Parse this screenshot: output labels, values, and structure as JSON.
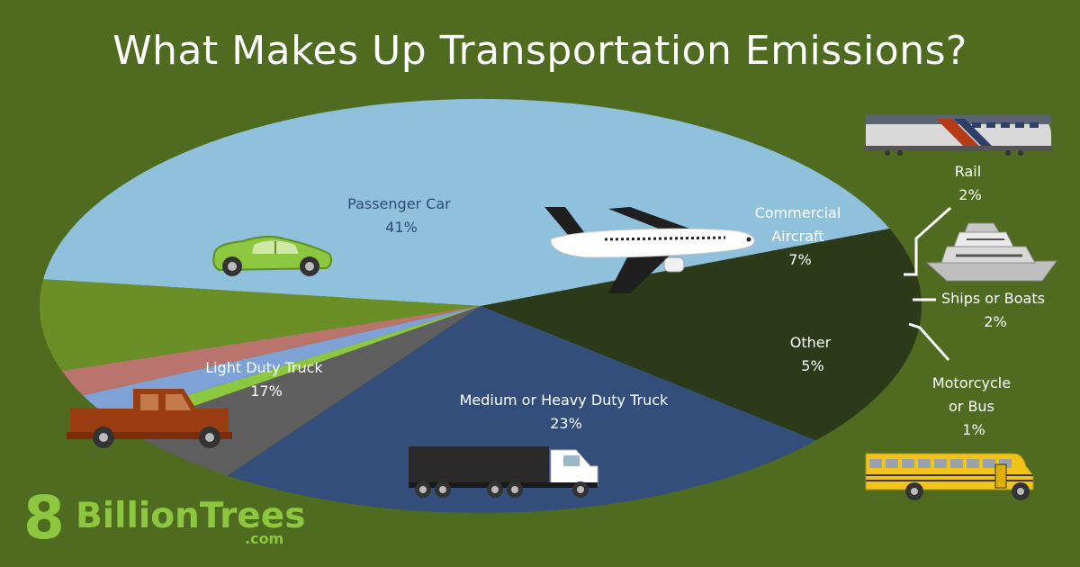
{
  "title": "What Makes Up Transportation Emissions?",
  "colors": {
    "background": "#4e6b1f",
    "passenger_car": "#8fc0dc",
    "commercial_aircraft": "#6a8f27",
    "rail": "#b9756d",
    "ships_or_boats": "#7ea2d6",
    "motorcycle_or_bus": "#8dc63f",
    "other": "#5e5e5e",
    "medium_heavy_truck": "#344e7b",
    "light_duty_truck": "#2c3a1a",
    "logo": "#8dc63f"
  },
  "chart_data": {
    "type": "pie",
    "title": "What Makes Up Transportation Emissions?",
    "unit": "%",
    "slices": [
      {
        "key": "passenger_car",
        "label_lines": [
          "Passenger Car",
          "41%"
        ],
        "value": 41,
        "color": "#8fc0dc",
        "icon": "car-icon"
      },
      {
        "key": "commercial_aircraft",
        "label_lines": [
          "Commercial",
          "Aircraft",
          "7%"
        ],
        "value": 7,
        "color": "#6a8f27",
        "icon": "airplane-icon"
      },
      {
        "key": "rail",
        "label_lines": [
          "Rail",
          "2%"
        ],
        "value": 2,
        "color": "#b9756d",
        "icon": "train-icon"
      },
      {
        "key": "ships_or_boats",
        "label_lines": [
          "Ships or Boats",
          "2%"
        ],
        "value": 2,
        "color": "#7ea2d6",
        "icon": "boat-icon"
      },
      {
        "key": "motorcycle_or_bus",
        "label_lines": [
          "Motorcycle",
          "or Bus",
          "1%"
        ],
        "value": 1,
        "color": "#8dc63f",
        "icon": "school-bus-icon"
      },
      {
        "key": "other",
        "label_lines": [
          "Other",
          "5%"
        ],
        "value": 5,
        "color": "#5e5e5e",
        "icon": ""
      },
      {
        "key": "medium_heavy_truck",
        "label_lines": [
          "Medium or Heavy Duty Truck",
          "23%"
        ],
        "value": 23,
        "color": "#344e7b",
        "icon": "semi-truck-icon"
      },
      {
        "key": "light_duty_truck",
        "label_lines": [
          "Light Duty Truck",
          "17%"
        ],
        "value": 17,
        "color": "#2c3a1a",
        "icon": "pickup-truck-icon"
      }
    ]
  },
  "logo": {
    "digit": "8",
    "name": "BillionTrees",
    "domain": ".com"
  }
}
